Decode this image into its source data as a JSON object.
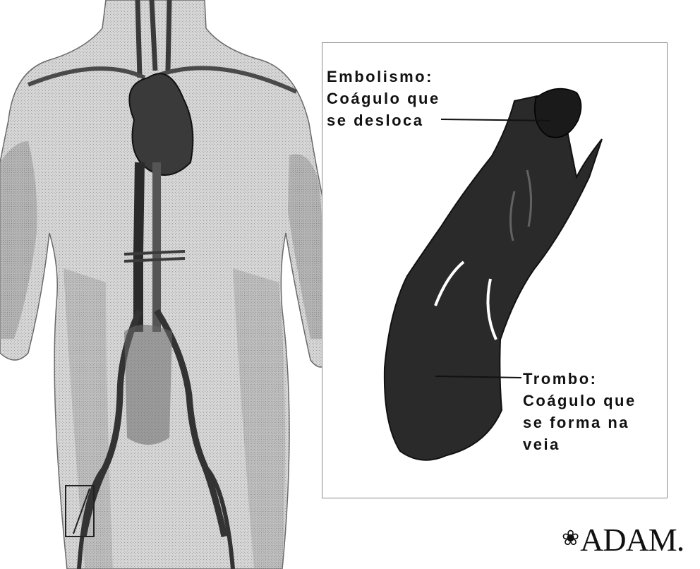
{
  "inset": {
    "embolism_lines": [
      "Embolismo:",
      "Coágulo que",
      "se desloca"
    ],
    "thrombus_lines": [
      "Trombo:",
      "Coágulo que",
      "se forma na",
      "veia"
    ]
  },
  "logo": {
    "text": "ADAM.",
    "mark": "❀"
  },
  "colors": {
    "body_skin": "#d2d2d2",
    "body_shadow": "#9a9a9a",
    "vessel": "#3a3a3a",
    "vein_fill": "#2a2a2a",
    "outline": "#111111"
  }
}
